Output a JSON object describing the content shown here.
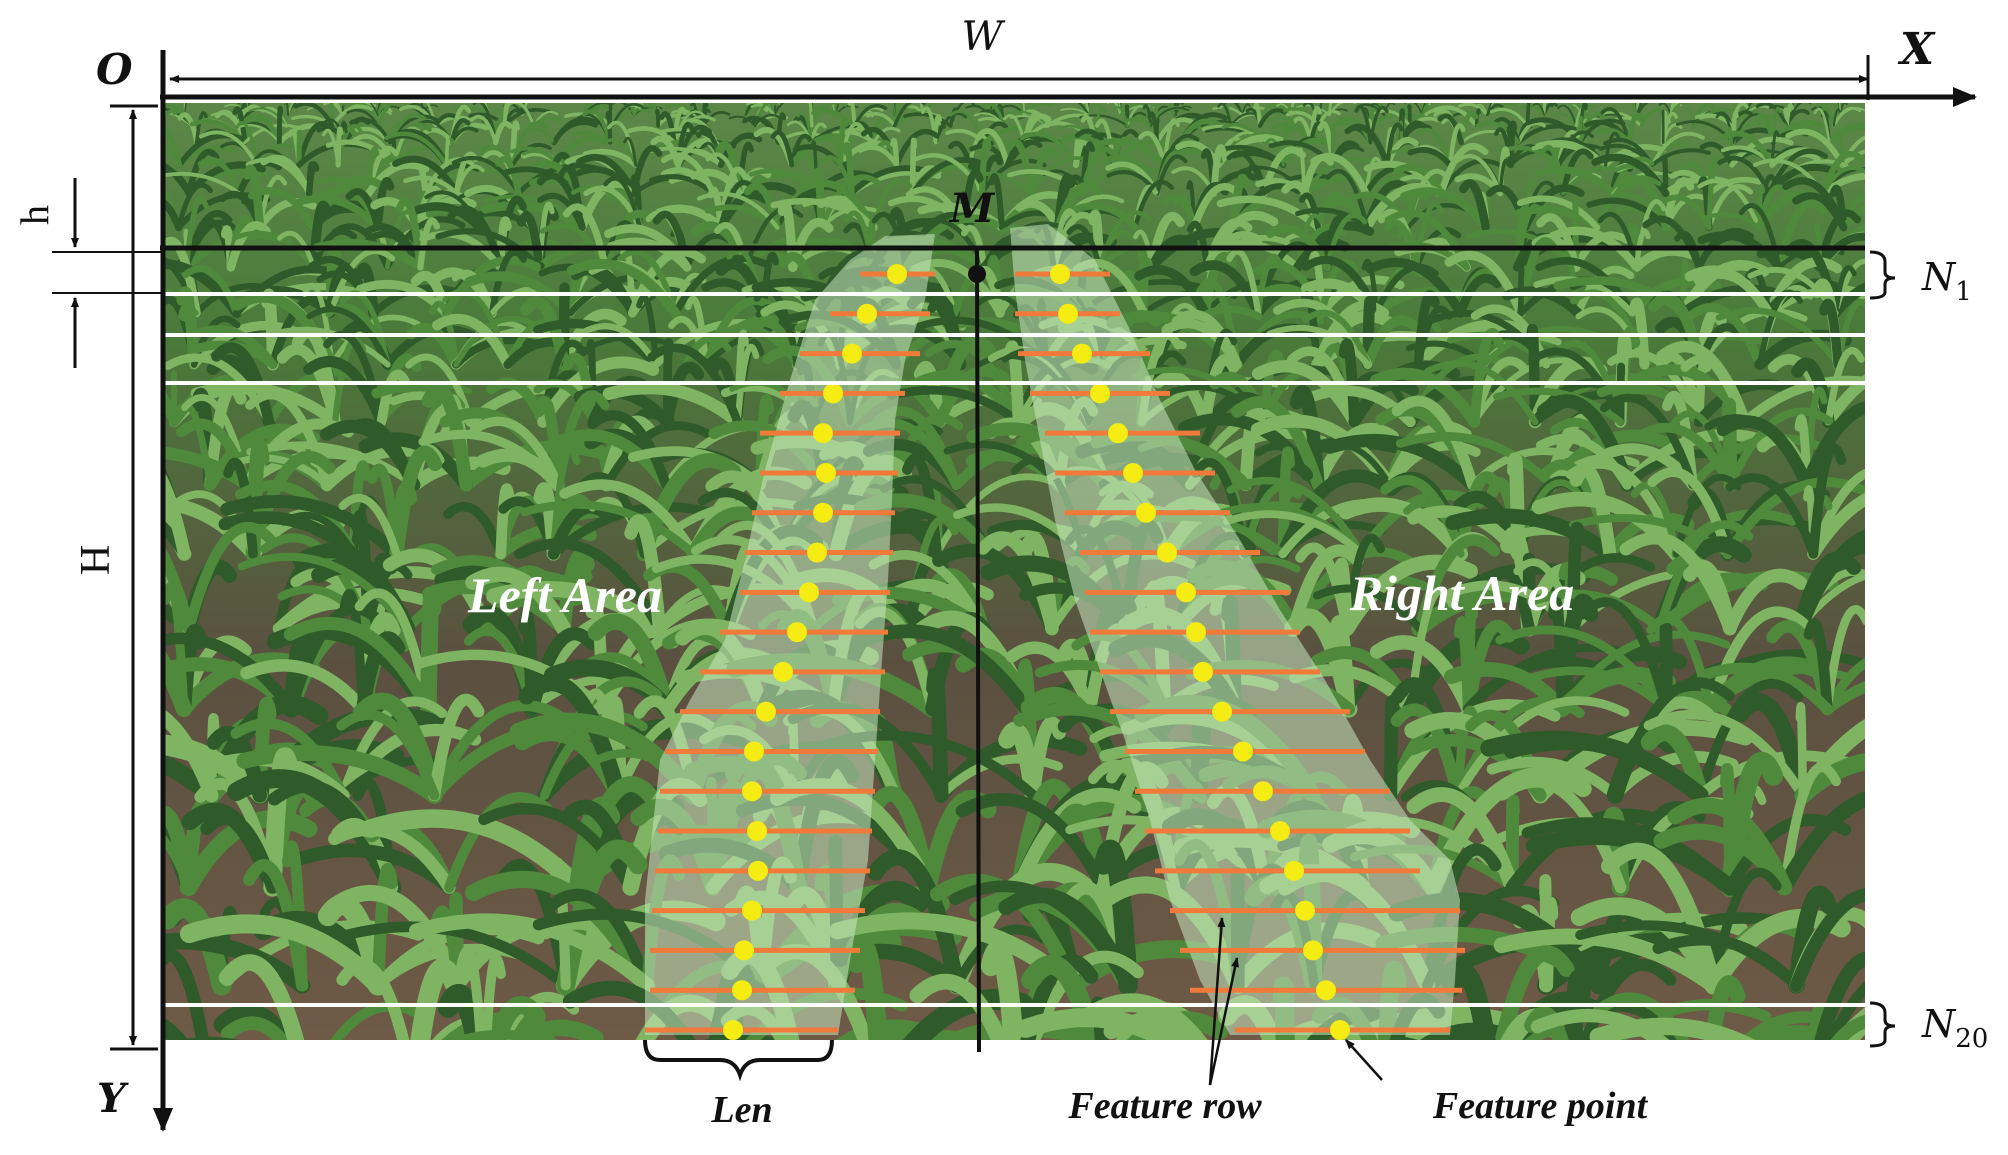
{
  "labels": {
    "origin": "O",
    "x_axis": "X",
    "y_axis": "Y",
    "width": "W",
    "height": "H",
    "strip_height": "h",
    "center_point": "M",
    "left_area": "Left Area",
    "right_area": "Right Area",
    "len": "Len",
    "feature_row": "Feature row",
    "feature_point": "Feature point",
    "n1_base": "N",
    "n1_sub": "1",
    "n20_base": "N",
    "n20_sub": "20"
  },
  "colors": {
    "soil": "#6e5a46",
    "crop_dark": "#2f5a2a",
    "crop_mid": "#4f8a3c",
    "crop_light": "#7fb463",
    "overlay": "#c9e8c0",
    "feature_row": "#f07a3a",
    "feature_point": "#f4ec12",
    "strip_line": "#ffffff",
    "axis": "#111111"
  },
  "icons": {
    "n1_brace": "right-curly-brace-icon",
    "n20_brace": "right-curly-brace-icon",
    "len_brace": "bottom-curly-brace-icon"
  }
}
